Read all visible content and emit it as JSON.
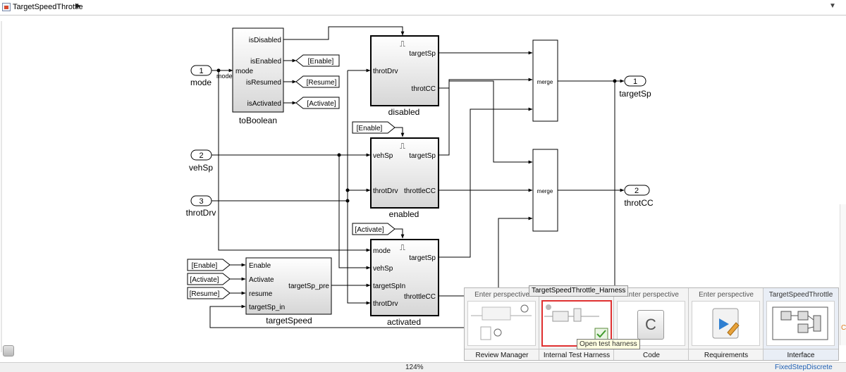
{
  "breadcrumb": {
    "model": "TargetSpeedThrottle"
  },
  "ports": {
    "in": [
      {
        "num": "1",
        "name": "mode"
      },
      {
        "num": "2",
        "name": "vehSp"
      },
      {
        "num": "3",
        "name": "throtDrv"
      }
    ],
    "out": [
      {
        "num": "1",
        "name": "targetSp"
      },
      {
        "num": "2",
        "name": "throtCC"
      }
    ]
  },
  "blocks": {
    "toBoolean": {
      "name": "toBoolean",
      "in_port": "mode",
      "in_signal": "mode",
      "outputs": [
        "isDisabled",
        "isEnabled",
        "isResumed",
        "isActivated"
      ]
    },
    "gotos": [
      "[Enable]",
      "[Resume]",
      "[Activate]"
    ],
    "disabled": {
      "name": "disabled",
      "inputs": [
        "throtDrv"
      ],
      "outputs": [
        "targetSp",
        "throtCC"
      ]
    },
    "enabled": {
      "name": "enabled",
      "froms": "[Enable]",
      "inputs": [
        "vehSp",
        "throtDrv"
      ],
      "outputs": [
        "targetSp",
        "throttleCC"
      ]
    },
    "activated": {
      "name": "activated",
      "froms": "[Activate]",
      "inputs": [
        "mode",
        "vehSp",
        "targetSpIn",
        "throtDrv"
      ],
      "outputs": [
        "targetSp",
        "throttleCC"
      ]
    },
    "targetSpeed": {
      "name": "targetSpeed",
      "froms": [
        "[Enable]",
        "[Activate]",
        "[Resume]"
      ],
      "inputs": [
        "Enable",
        "Activate",
        "resume",
        "targetSp_in"
      ],
      "output": "targetSp_pre"
    },
    "merge": "merge",
    "trigger_glyph": "⎍"
  },
  "perspectives": {
    "enter_label": "Enter perspective",
    "active_title": "TargetSpeedThrottle_Harness",
    "last_title": "TargetSpeedThrottle",
    "items": [
      {
        "label": "Review Manager"
      },
      {
        "label": "Internal Test Harness"
      },
      {
        "label": "Code"
      },
      {
        "label": "Requirements"
      },
      {
        "label": "Interface"
      }
    ],
    "code_glyph": "C",
    "tooltip": "Open test harness"
  },
  "status": {
    "zoom": "124%",
    "solver": "FixedStepDiscrete"
  },
  "colors": {
    "highlight": "#e03131",
    "block_shade": "#d9d9d9",
    "status_link": "#1e5fb4"
  }
}
